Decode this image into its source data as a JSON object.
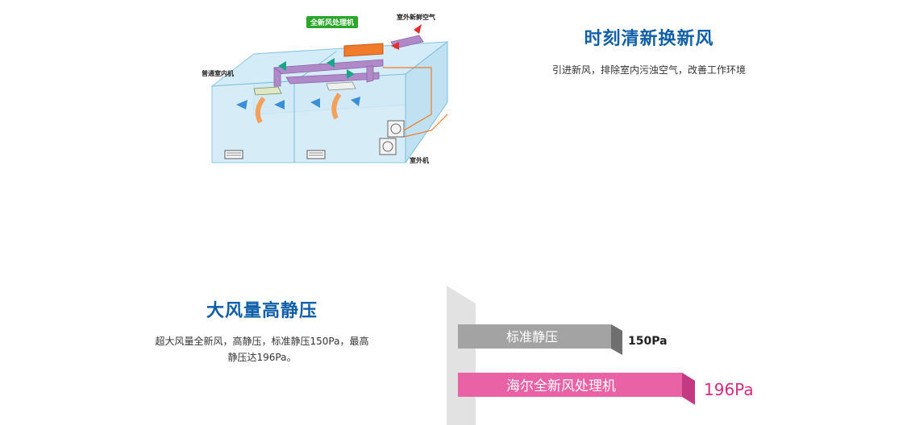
{
  "section1": {
    "title": "时刻清新换新风",
    "desc": "引进新风，排除室内污浊空气，改善工作环境",
    "diagram": {
      "unit_label": "全新风处理机",
      "outdoor_air_label": "室外新鲜空气",
      "indoor_unit_label": "普通室内机",
      "outdoor_unit_label": "室外机"
    }
  },
  "section2": {
    "title": "大风量高静压",
    "desc_line1": "超大风量全新风，高静压，标准静压150Pa，最高",
    "desc_line2": "静压达196Pa。"
  },
  "comparison": {
    "standard": {
      "label": "标准静压",
      "value_text": "150Pa",
      "value": 150,
      "color": "#9a9a9a"
    },
    "haier": {
      "label": "海尔全新风处理机",
      "value_text": "196Pa",
      "value": 196,
      "color": "#e9589f"
    }
  }
}
